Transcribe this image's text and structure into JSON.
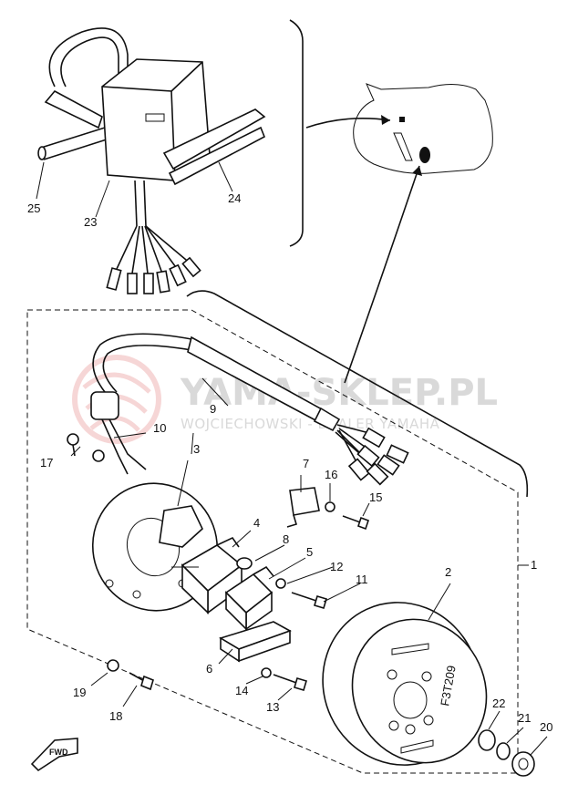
{
  "watermark": {
    "title": "YAMA-SKLEP.PL",
    "subtitle": "WOJCIECHOWSKI - DEALER YAMAHA"
  },
  "fwd_label": "FWD",
  "magneto_marking": "F3T209",
  "callouts": [
    "1",
    "2",
    "3",
    "4",
    "5",
    "6",
    "7",
    "8",
    "9",
    "10",
    "11",
    "12",
    "13",
    "14",
    "15",
    "16",
    "17",
    "18",
    "19",
    "20",
    "21",
    "22",
    "23",
    "24",
    "25"
  ],
  "colors": {
    "ink": "#111111",
    "watermark": "#d9d9d9",
    "watermark_logo": "#f2c7c7"
  }
}
